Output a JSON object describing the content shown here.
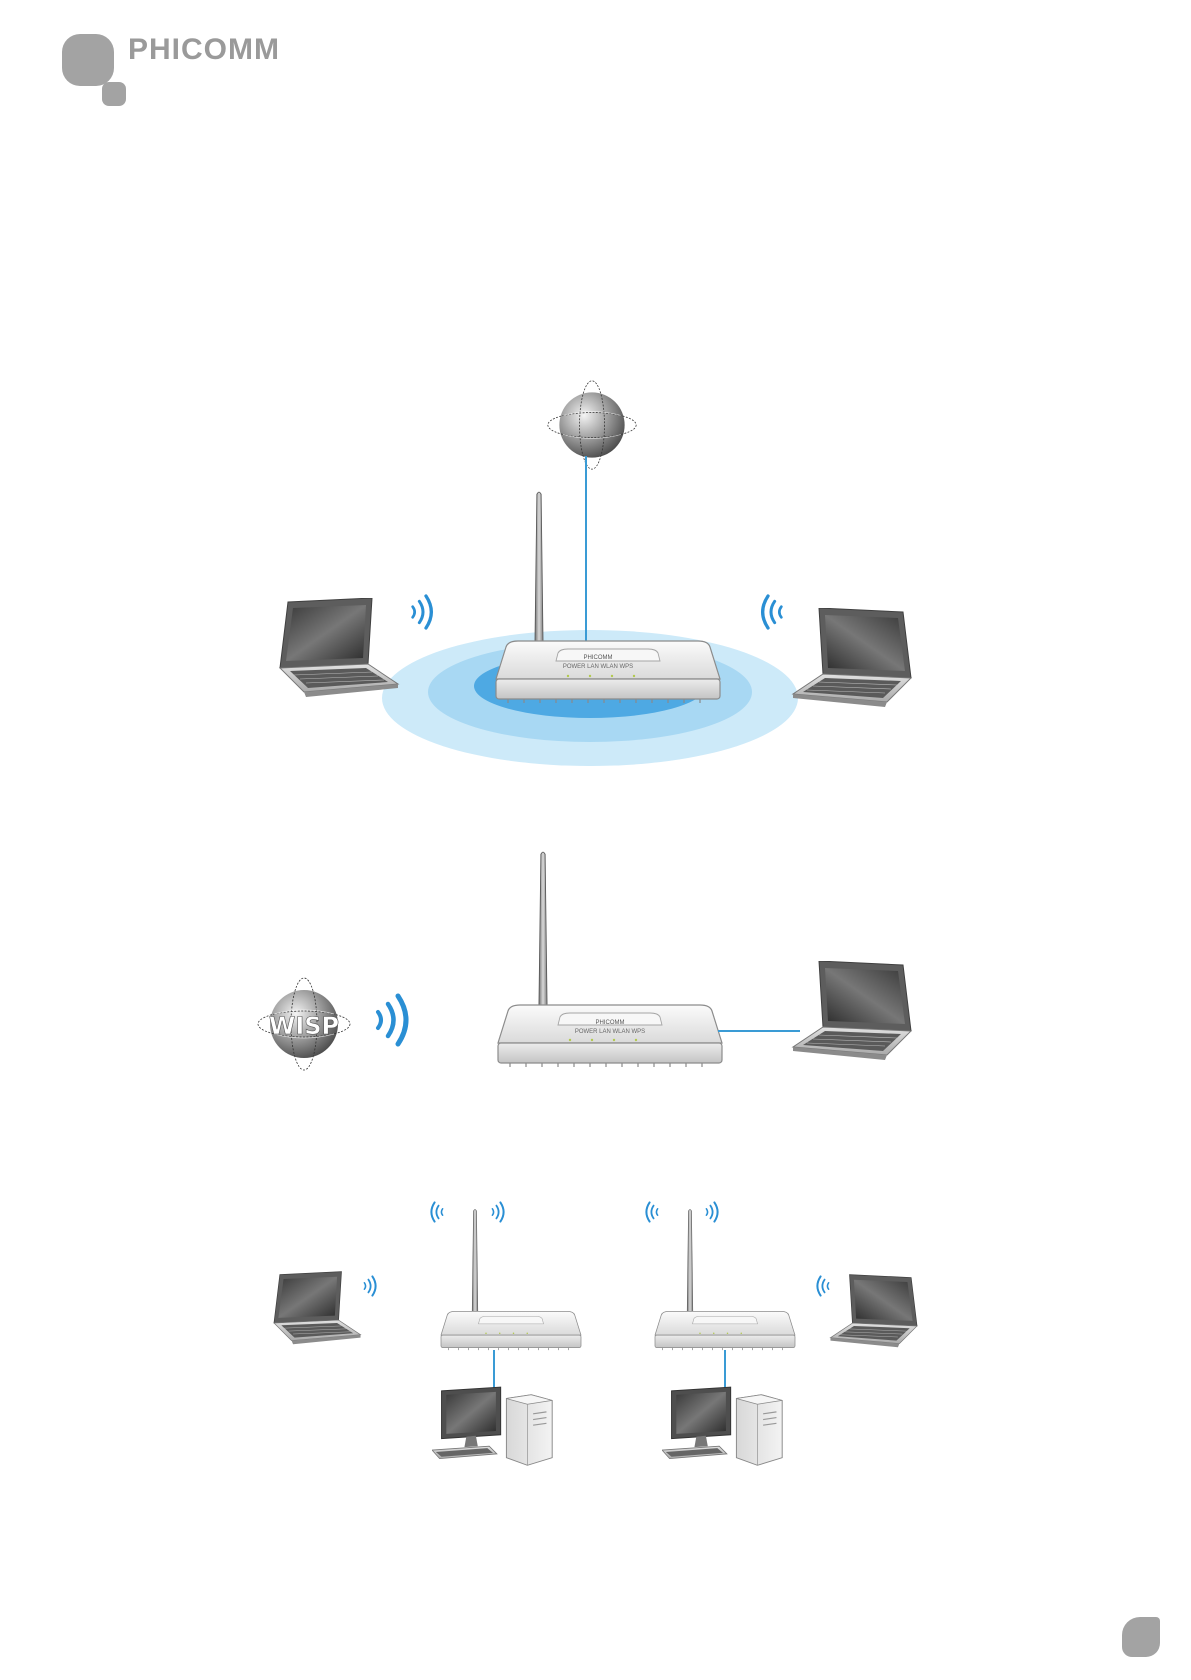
{
  "brand": {
    "name": "PHICOMM",
    "colors": {
      "logo": "#a3a3a3",
      "link": "#3a9bd5",
      "signal": "#2a8fd4",
      "coverage": "#bfe3f7"
    }
  },
  "router": {
    "brand_label": "PHICOMM",
    "indicator_labels": "POWER  LAN  WLAN  WPS"
  },
  "diagrams": {
    "ap": {
      "icons": [
        "globe-icon",
        "router-icon",
        "laptop-icon",
        "wifi-signal-icon"
      ]
    },
    "wisp": {
      "globe_label": "WISP",
      "icons": [
        "globe-icon",
        "router-icon",
        "laptop-icon",
        "wifi-signal-icon"
      ]
    },
    "bridge": {
      "icons": [
        "router-icon",
        "desktop-pc-icon",
        "laptop-icon",
        "wifi-signal-icon"
      ]
    }
  }
}
